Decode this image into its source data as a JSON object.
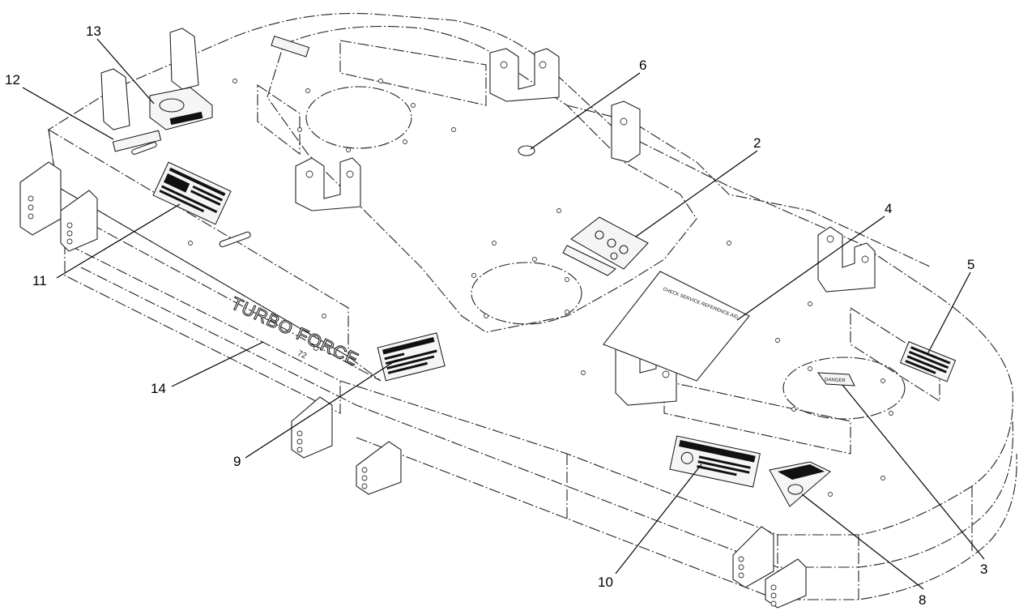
{
  "callouts": [
    {
      "id": "13",
      "label": "13"
    },
    {
      "id": "12",
      "label": "12"
    },
    {
      "id": "6",
      "label": "6"
    },
    {
      "id": "2",
      "label": "2"
    },
    {
      "id": "4",
      "label": "4"
    },
    {
      "id": "11",
      "label": "11"
    },
    {
      "id": "5",
      "label": "5"
    },
    {
      "id": "14",
      "label": "14"
    },
    {
      "id": "9",
      "label": "9"
    },
    {
      "id": "10",
      "label": "10"
    },
    {
      "id": "3",
      "label": "3"
    },
    {
      "id": "8",
      "label": "8"
    }
  ],
  "decal_text": {
    "service_aid": "CHECK SERVICE REFERENCE AID",
    "brand": "TURBO FORCE",
    "brand_size": "72",
    "danger": "DANGER"
  }
}
